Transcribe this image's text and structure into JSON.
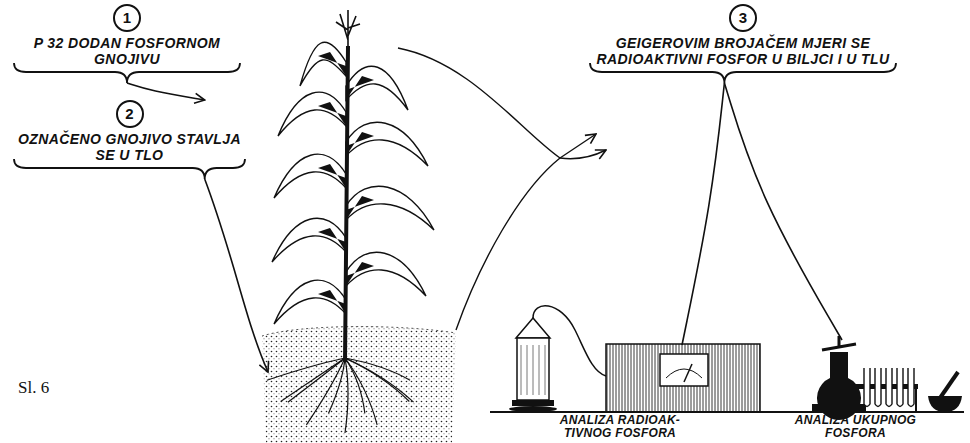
{
  "diagram": {
    "nodes": [
      {
        "text": [
          "1",
          "P 32 DODAN FOSFORNOM GNOJIVU"
        ]
      },
      {
        "text": [
          "2",
          "OZNAČENO GNOJIVO STAVLJA SE U TLO"
        ]
      },
      {
        "text": [
          "3",
          "GEIGEROVIM BROJAČEM MJERI SE RADIOAKTIVNI FOSFOR U BILJCI I U TLU"
        ]
      },
      {
        "text": [
          "ANALIZA RADIOAK- TIVNOG FOSFORA"
        ]
      },
      {
        "text": [
          "ANALIZA UKUPNOG FOSFORA"
        ]
      }
    ],
    "edges": [
      {
        "from": 0,
        "to": 1,
        "arrow": "to"
      },
      {
        "from": 2,
        "to": 3,
        "arrow": "none"
      },
      {
        "from": 2,
        "to": 4,
        "arrow": "none"
      }
    ],
    "labels": [
      "Sl. 6"
    ]
  }
}
